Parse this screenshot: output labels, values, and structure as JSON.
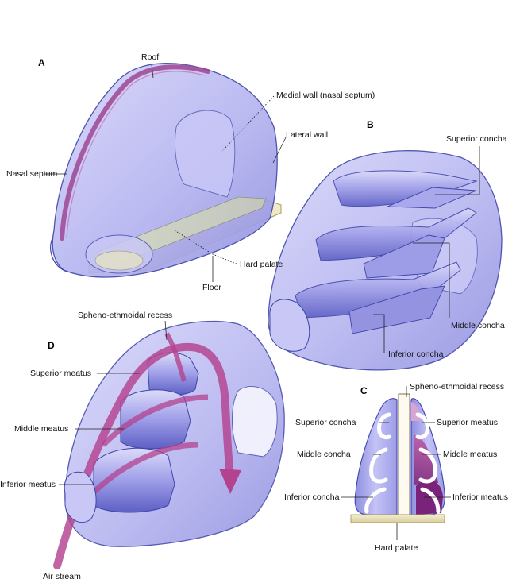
{
  "panels": {
    "a": "A",
    "b": "B",
    "c": "C",
    "d": "D"
  },
  "labels": {
    "roof": "Roof",
    "medial_wall": "Medial wall (nasal septum)",
    "lateral_wall": "Lateral wall",
    "nasal_septum": "Nasal septum",
    "hard_palate_a": "Hard palate",
    "floor": "Floor",
    "superior_concha_b": "Superior concha",
    "middle_concha_b": "Middle concha",
    "inferior_concha_b": "Inferior concha",
    "spheno_recess_d": "Spheno-ethmoidal recess",
    "superior_meatus_d": "Superior meatus",
    "middle_meatus_d": "Middle meatus",
    "inferior_meatus_d": "Inferior meatus",
    "air_stream": "Air stream",
    "spheno_recess_c": "Spheno-ethmoidal recess",
    "superior_concha_c": "Superior concha",
    "superior_meatus_c": "Superior meatus",
    "middle_concha_c": "Middle concha",
    "middle_meatus_c": "Middle meatus",
    "inferior_concha_c": "Inferior concha",
    "inferior_meatus_c": "Inferior meatus",
    "hard_palate_c": "Hard palate"
  },
  "colors": {
    "cavity_fill": "#b9b8ef",
    "cavity_stroke": "#3f45a8",
    "septum_band": "#9b3f8f",
    "palate": "#efe7c2",
    "air_stream": "#b3428f",
    "meatus_fill": "#9a3e94"
  }
}
